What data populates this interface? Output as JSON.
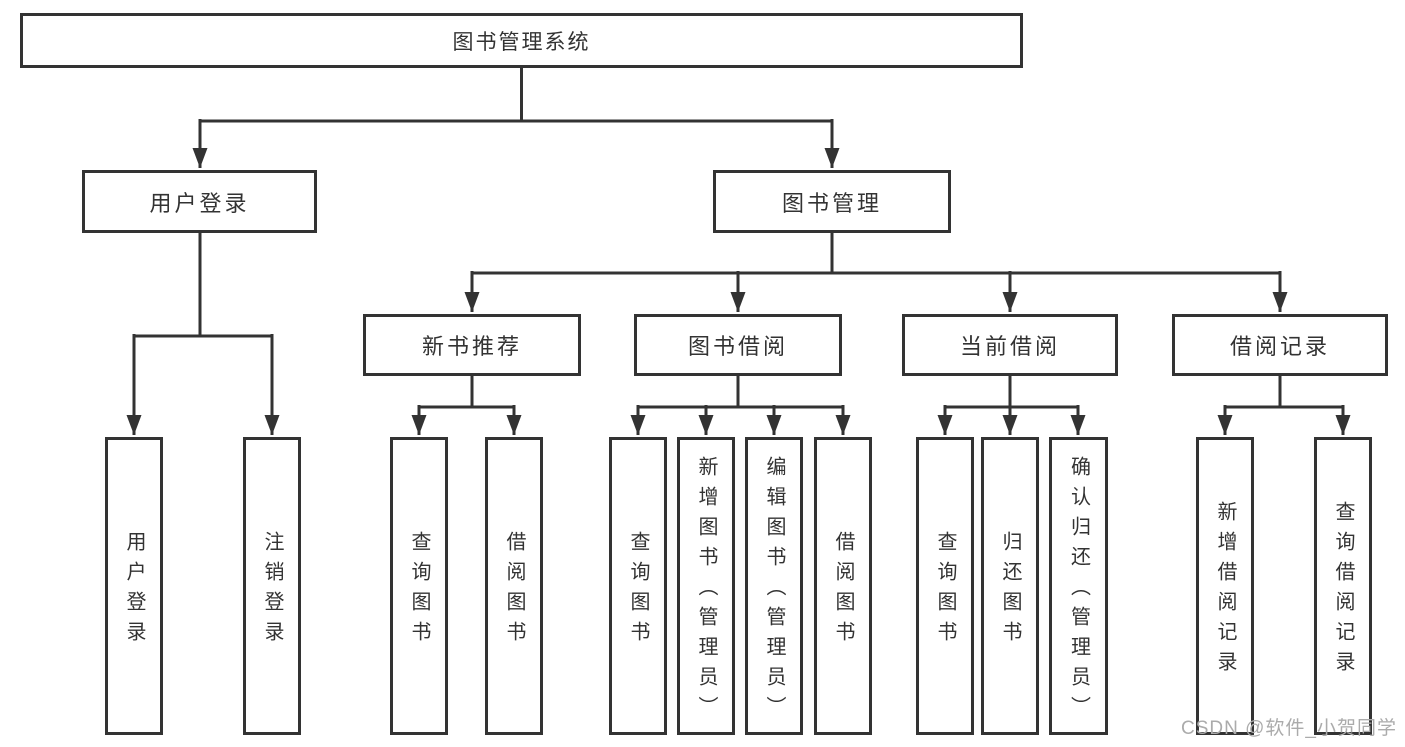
{
  "diagram_title": "图书管理系统",
  "tree": {
    "label": "图书管理系统",
    "children": [
      {
        "label": "用户登录",
        "children": [
          {
            "label": "用户登录"
          },
          {
            "label": "注销登录"
          }
        ]
      },
      {
        "label": "图书管理",
        "children": [
          {
            "label": "新书推荐",
            "children": [
              {
                "label": "查询图书"
              },
              {
                "label": "借阅图书"
              }
            ]
          },
          {
            "label": "图书借阅",
            "children": [
              {
                "label": "查询图书"
              },
              {
                "label": "新增图书（管理员）"
              },
              {
                "label": "编辑图书（管理员）"
              },
              {
                "label": "借阅图书"
              }
            ]
          },
          {
            "label": "当前借阅",
            "children": [
              {
                "label": "查询图书"
              },
              {
                "label": "归还图书"
              },
              {
                "label": "确认归还（管理员）"
              }
            ]
          },
          {
            "label": "借阅记录",
            "children": [
              {
                "label": "新增借阅记录"
              },
              {
                "label": "查询借阅记录"
              }
            ]
          }
        ]
      }
    ]
  },
  "watermark": {
    "text": "CSDN @软件_小贺同学"
  },
  "colors": {
    "line": "#333333",
    "box_border": "#333333",
    "text": "#333333",
    "watermark": "#ababab",
    "background": "#ffffff"
  }
}
